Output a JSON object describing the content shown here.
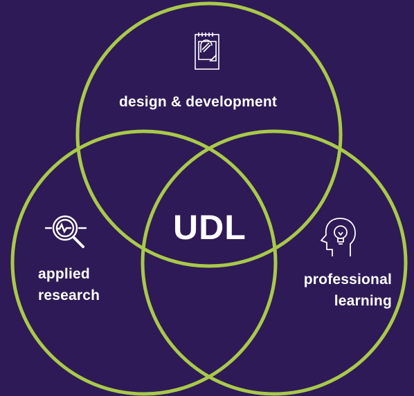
{
  "diagram": {
    "center": "UDL",
    "circles": [
      {
        "label": "design & development",
        "icon": "blueprint-icon"
      },
      {
        "label_lines": [
          "applied",
          "research"
        ],
        "icon": "magnifier-pulse-icon"
      },
      {
        "label_lines": [
          "professional",
          "learning"
        ],
        "icon": "head-lightbulb-icon"
      }
    ],
    "colors": {
      "background": "#2e1a56",
      "circle_stroke": "#a9c94a",
      "text": "#ffffff"
    }
  }
}
